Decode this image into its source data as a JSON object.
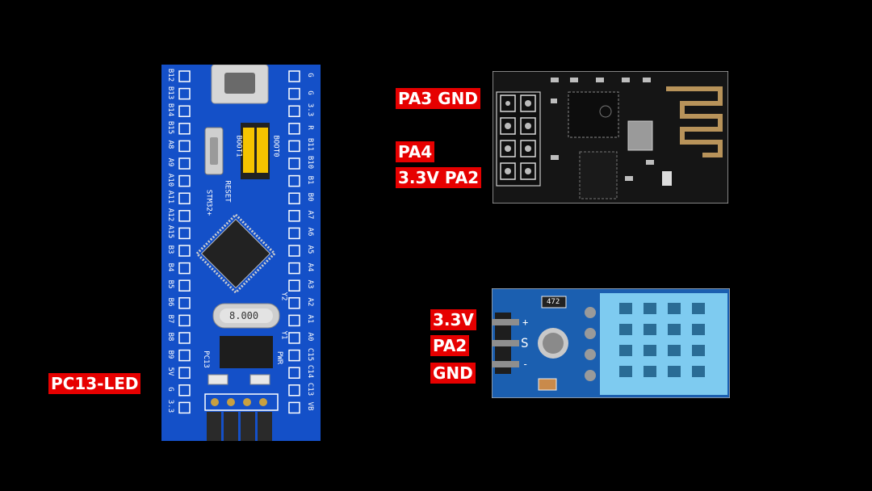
{
  "labels": {
    "pa3_gnd": "PA3 GND",
    "pa4": "PA4",
    "v33_pa2": "3.3V PA2",
    "pc13_led": "PC13-LED",
    "dht_v33": "3.3V",
    "dht_pa2": "PA2",
    "dht_gnd": "GND"
  },
  "stm32": {
    "left_pins": [
      "B12",
      "B13",
      "B14",
      "B15",
      "A8",
      "A9",
      "A10",
      "A11",
      "A12",
      "A15",
      "B3",
      "B4",
      "B5",
      "B6",
      "B7",
      "B8",
      "B9",
      "5V",
      "G",
      "3.3"
    ],
    "right_pins": [
      "G",
      "G",
      "3.3",
      "R",
      "B11",
      "B10",
      "B1",
      "B0",
      "A7",
      "A6",
      "A5",
      "A4",
      "A3",
      "A2",
      "A1",
      "A0",
      "C15",
      "C14",
      "C13",
      "VB"
    ],
    "silk_boot1": "BOOT1",
    "silk_boot0": "BOOT0",
    "silk_reset": "RESET",
    "silk_stm": "STM32+",
    "silk_crystal": "8.000",
    "silk_pc13": "PC13",
    "silk_pwr": "PWR",
    "silk_y1": "Y1",
    "silk_y2": "Y2"
  },
  "dht": {
    "silk_plus": "+",
    "silk_s": "S",
    "silk_minus": "-",
    "silk_res": "472"
  },
  "colors": {
    "label_bg": "#e60000",
    "stm_pcb": "#1450c8",
    "dht_pcb": "#1b5fb0",
    "esp_pcb": "#151515",
    "jumper": "#f5c400",
    "sensor": "#7ecbf0"
  }
}
